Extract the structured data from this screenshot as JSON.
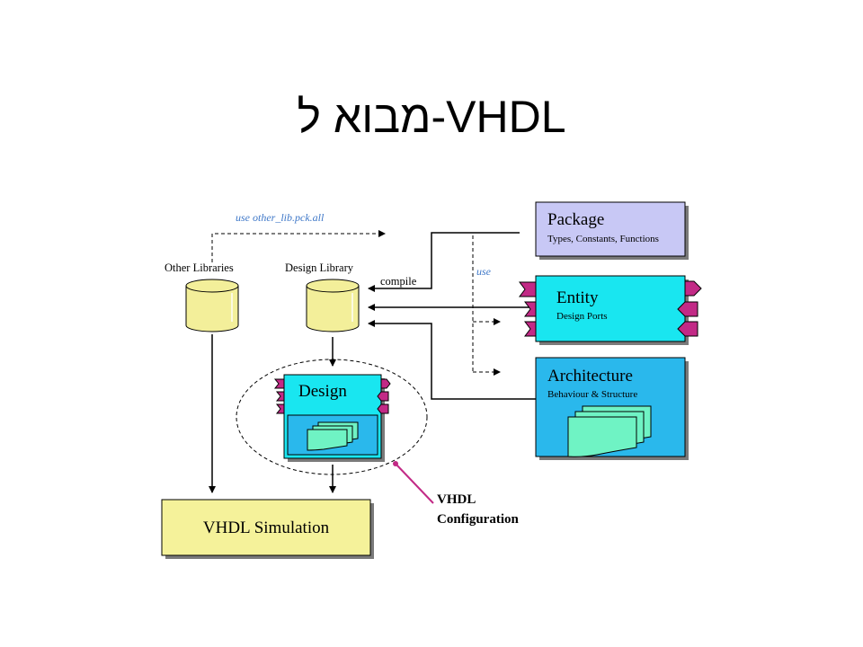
{
  "slide": {
    "title": "מבוא ל-VHDL"
  },
  "diagram": {
    "labels": {
      "use_other_lib": "use other_lib.pck.all",
      "other_libraries": "Other Libraries",
      "design_library": "Design Library",
      "compile": "compile",
      "use": "use",
      "design": "Design",
      "simulation": "VHDL Simulation",
      "config_line1": "VHDL",
      "config_line2": "Configuration"
    },
    "package": {
      "title": "Package",
      "subtitle": "Types, Constants, Functions"
    },
    "entity": {
      "title": "Entity",
      "subtitle": "Design Ports"
    },
    "architecture": {
      "title": "Architecture",
      "subtitle": "Behaviour & Structure"
    },
    "colors": {
      "package_fill": "#c8c8f5",
      "cyan_fill": "#19e6f0",
      "arch_fill": "#2ab8ec",
      "db_fill": "#f3ef9a",
      "sim_fill": "#f5f29a",
      "port_fill": "#c22a86",
      "doc_fill": "#6ff3c4",
      "note_blue": "#3f78c8"
    }
  }
}
